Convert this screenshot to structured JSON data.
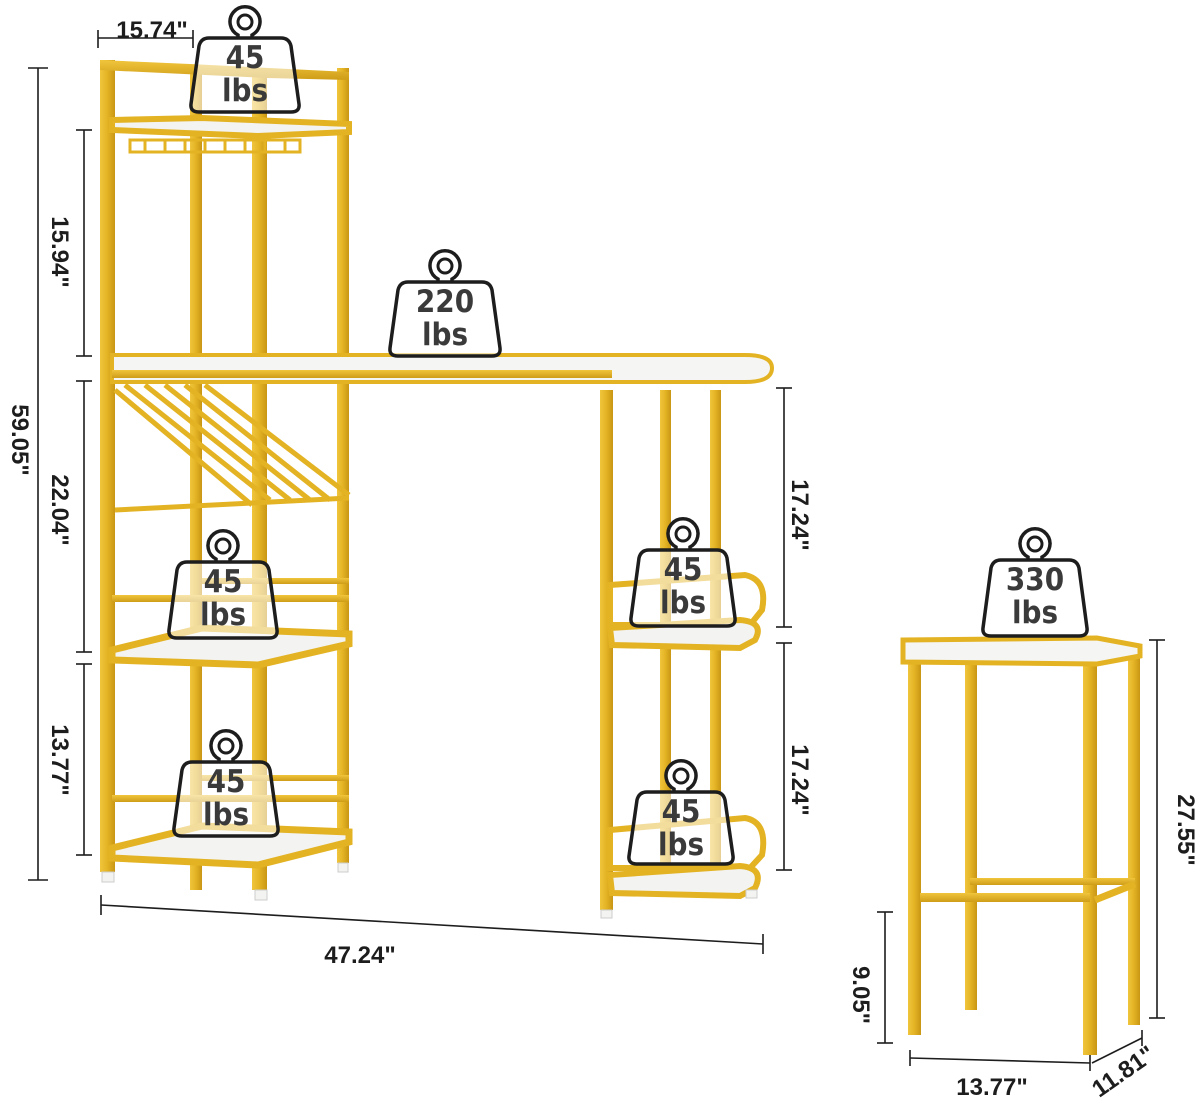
{
  "colors": {
    "frame": "#e3b324",
    "frame_dark": "#c99614",
    "shelf": "#f3f3f1",
    "line": "#1d1d1d",
    "weight_text": "#3a3a3a"
  },
  "icons": {
    "weight": "kettlebell-weight-icon"
  },
  "dimensions": {
    "rack_top_width": "15.74\"",
    "rack_height": "59.05\"",
    "rack_upper": "15.94\"",
    "rack_middle": "22.04\"",
    "rack_lower": "13.77\"",
    "table_width": "47.24\"",
    "table_leg_upper": "17.24\"",
    "table_leg_lower": "17.24\"",
    "stool_height": "27.55\"",
    "stool_footrest": "9.05\"",
    "stool_width": "13.77\"",
    "stool_depth": "11.81\""
  },
  "weights": {
    "rack_top": {
      "value": "45",
      "unit": "lbs"
    },
    "table_top": {
      "value": "220",
      "unit": "lbs"
    },
    "rack_shelf_middle": {
      "value": "45",
      "unit": "lbs"
    },
    "rack_shelf_bottom": {
      "value": "45",
      "unit": "lbs"
    },
    "table_shelf_upper": {
      "value": "45",
      "unit": "lbs"
    },
    "table_shelf_lower": {
      "value": "45",
      "unit": "lbs"
    },
    "stool_top": {
      "value": "330",
      "unit": "lbs"
    }
  }
}
